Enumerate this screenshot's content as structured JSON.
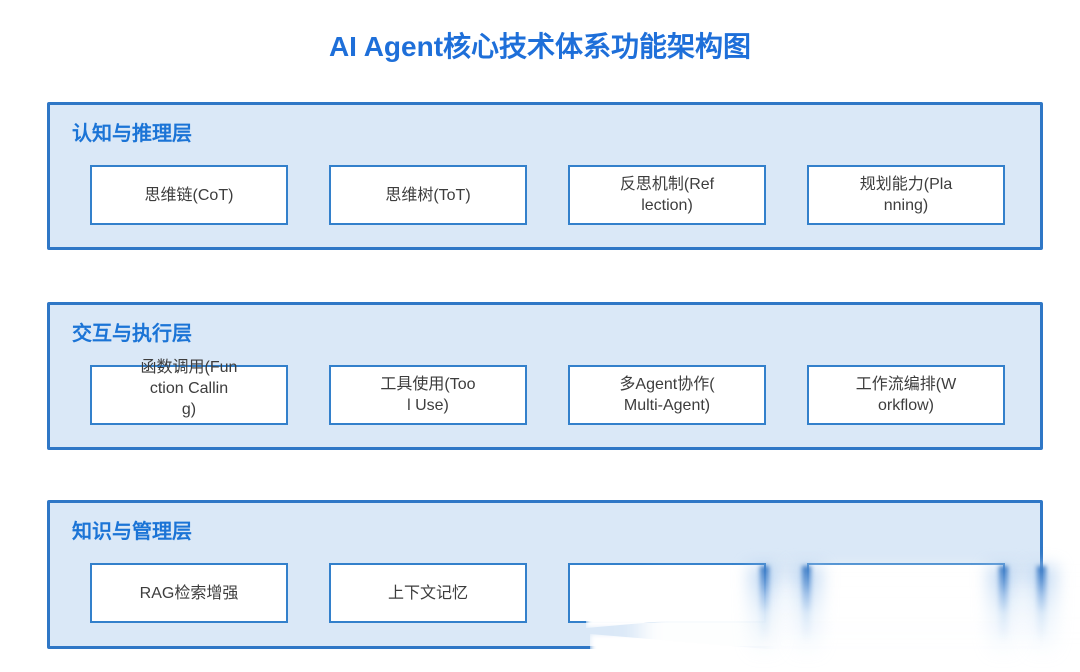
{
  "page": {
    "title": "AI Agent核心技术体系功能架构图"
  },
  "colors": {
    "title_blue": "#1E6FD9",
    "header_blue": "#1B74D6",
    "layer_border": "#2F77C6",
    "layer_fill": "#DAE8F7",
    "box_border": "#3380CB",
    "box_text": "#3D3D3D"
  },
  "layers": [
    {
      "name": "认知与推理层",
      "boxes": [
        "思维链(CoT)",
        "思维树(ToT)",
        "反思机制(Ref\nlection)",
        "规划能力(Pla\nnning)"
      ]
    },
    {
      "name": "交互与执行层",
      "boxes": [
        "函数调用(Fun\nction Callin\ng)",
        "工具使用(Too\nl Use)",
        "多Agent协作(\nMulti-Agent)",
        "工作流编排(W\norkflow)"
      ]
    },
    {
      "name": "知识与管理层",
      "boxes": [
        "RAG检索增强",
        "上下文记忆",
        "",
        ""
      ]
    }
  ]
}
